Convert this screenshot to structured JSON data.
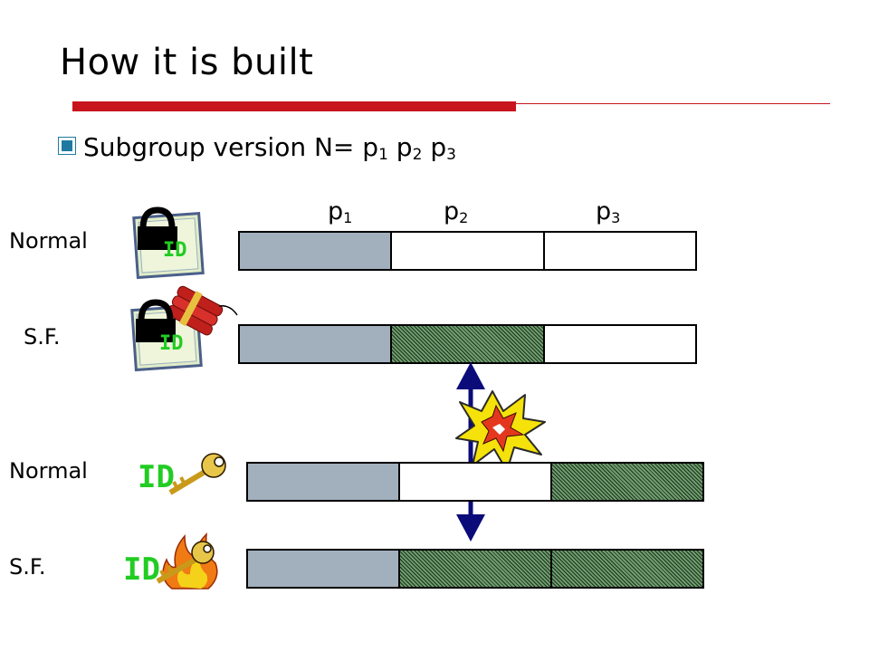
{
  "slide": {
    "title": "How it is built",
    "subtitle_prefix": "Subgroup version N= ",
    "subtitle_factors": [
      {
        "base": "p",
        "sub": "1"
      },
      {
        "base": "p",
        "sub": "2"
      },
      {
        "base": "p",
        "sub": "3"
      }
    ]
  },
  "column_labels": [
    {
      "base": "p",
      "sub": "1"
    },
    {
      "base": "p",
      "sub": "2"
    },
    {
      "base": "p",
      "sub": "3"
    }
  ],
  "rows": [
    {
      "label": "Normal",
      "icon": "lock-id-icon",
      "icon_text": "ID",
      "segments": [
        "gray",
        "white",
        "white"
      ]
    },
    {
      "label": "S.F.",
      "icon": "lock-dynamite-icon",
      "icon_text": "ID",
      "segments": [
        "gray",
        "hatched",
        "white"
      ]
    },
    {
      "label": "Normal",
      "icon": "key-id-icon",
      "icon_text": "ID",
      "segments": [
        "gray",
        "white",
        "hatched"
      ]
    },
    {
      "label": "S.F.",
      "icon": "key-fire-icon",
      "icon_text": "ID",
      "segments": [
        "gray",
        "hatched",
        "hatched"
      ]
    }
  ],
  "colors": {
    "title_rule": "#c8141c",
    "bullet": "#1e7aa0",
    "segment_gray": "#a2afbd",
    "segment_hatched": "#5f8a5f",
    "arrow": "#0b0b7a",
    "id_text": "#22cc22",
    "explosion_yellow": "#f5e20a",
    "explosion_red": "#e4381e"
  },
  "decorations": [
    "double-arrow-icon",
    "explosion-icon"
  ]
}
